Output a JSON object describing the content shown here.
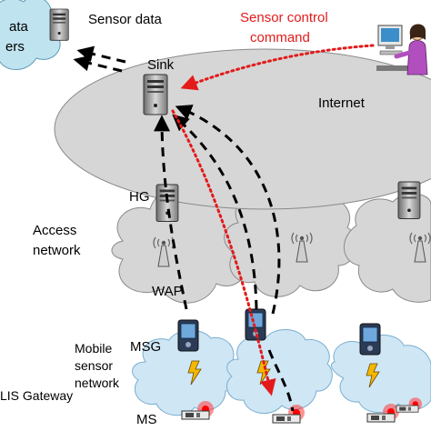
{
  "labels": {
    "data_servers": [
      "ata",
      "ers"
    ],
    "sensor_data": "Sensor data",
    "control_command": [
      "Sensor control",
      "command"
    ],
    "sink": "Sink",
    "internet": "Internet",
    "hg": "HG",
    "access_network": [
      "Access",
      "network"
    ],
    "wap": "WAP",
    "msg": "MSG",
    "mobile_sensor_network": [
      "Mobile",
      "sensor",
      "network"
    ],
    "gateway": "LIS Gateway",
    "ms": "MS"
  },
  "colors": {
    "cloud_fill": "#d6d6d6",
    "cloud_stroke": "#8a8a8a",
    "sensor_cloud_fill": "#cfe6f5",
    "sensor_cloud_stroke": "#7aaed0",
    "data_cloud_fill": "#bfe3ef",
    "control_arrow": "#e31a1a",
    "data_arrow": "#000000",
    "text_red": "#e31a1a"
  },
  "icons": [
    "server-icon",
    "antenna-icon",
    "pda-icon",
    "lightning-icon",
    "sensor-node-icon",
    "user-at-computer-icon"
  ]
}
